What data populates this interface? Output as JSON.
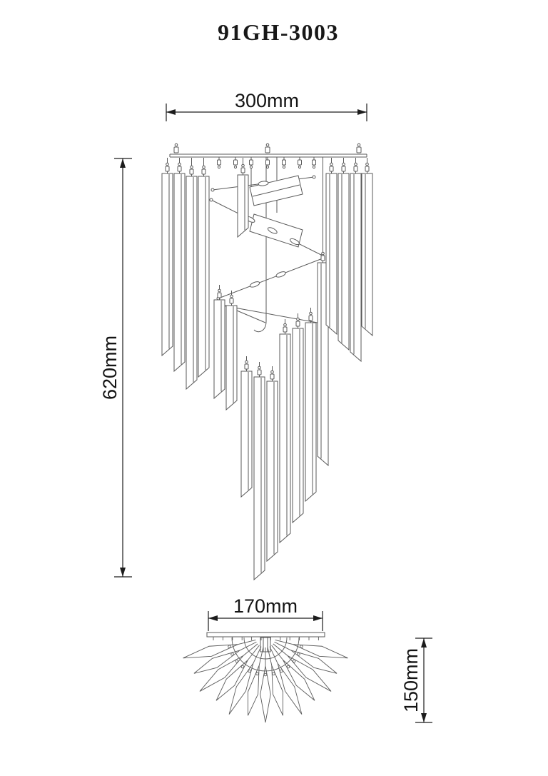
{
  "title": "91GH-3003",
  "views": {
    "front": {
      "width_label": "300mm",
      "height_label": "620mm"
    },
    "bottom": {
      "width_label": "170mm",
      "height_label": "150mm"
    }
  }
}
